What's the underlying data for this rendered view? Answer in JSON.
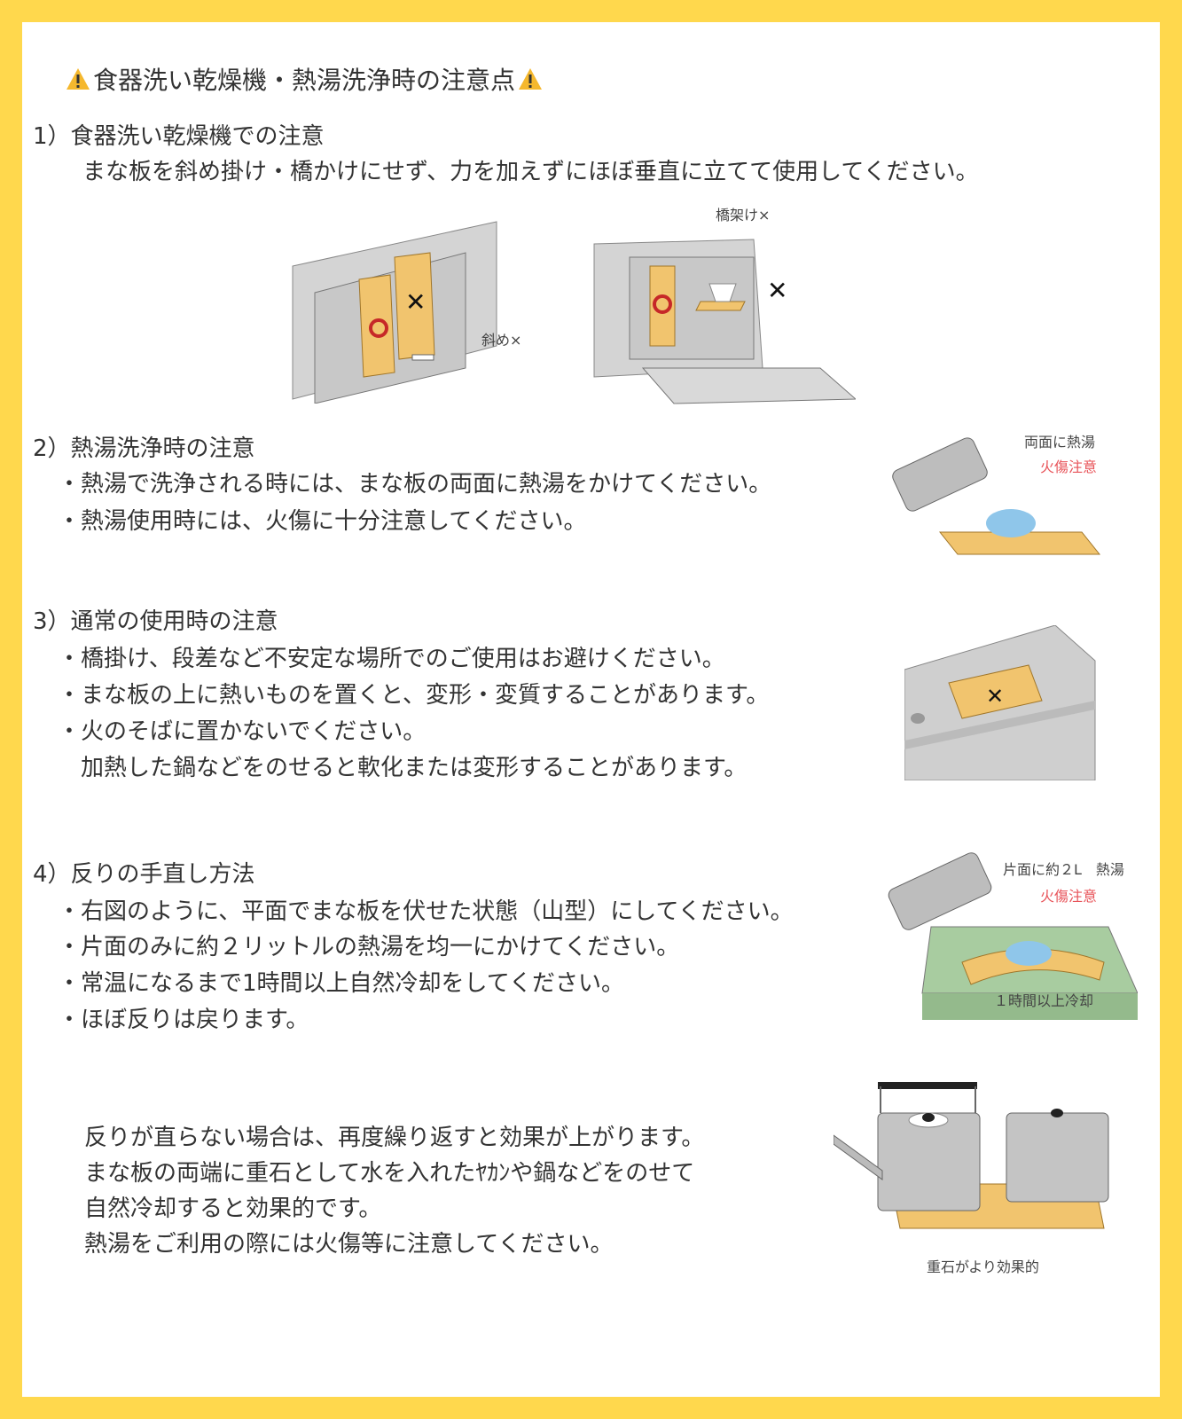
{
  "page": {
    "title": "食器洗い乾燥機・熱湯洗浄時の注意点",
    "title_icon": "warning-icon",
    "border_color": "#ffd84d"
  },
  "sections": [
    {
      "heading": "1）食器洗い乾燥機での注意",
      "lines": [
        "まな板を斜め掛け・橋かけにせず、力を加えずにほぼ垂直に立てて使用してください。"
      ],
      "illustrations": [
        {
          "name": "dishwasher-drawer",
          "label": "斜め×"
        },
        {
          "name": "dishwasher-front",
          "label": "橋架け×"
        }
      ]
    },
    {
      "heading": "2）熱湯洗浄時の注意",
      "lines": [
        "・熱湯で洗浄される時には、まな板の両面に熱湯をかけてください。",
        "・熱湯使用時には、火傷に十分注意してください。"
      ],
      "illustration": {
        "name": "kettle-pour",
        "label": "両面に熱湯",
        "warning": "火傷注意"
      }
    },
    {
      "heading": "3）通常の使用時の注意",
      "lines": [
        "・橋掛け、段差など不安定な場所でのご使用はお避けください。",
        "・まな板の上に熱いものを置くと、変形・変質することがあります。",
        "・火のそばに置かないでください。",
        "　加熱した鍋などをのせると軟化または変形することがあります。"
      ],
      "illustration": {
        "name": "counter-sink"
      }
    },
    {
      "heading": "4）反りの手直し方法",
      "lines": [
        "・右図のように、平面でまな板を伏せた状態（山型）にしてください。",
        "・片面のみに約２リットルの熱湯を均一にかけてください。",
        "・常温になるまで1時間以上自然冷却をしてください。",
        "・ほぼ反りは戻ります。"
      ],
      "illustration": {
        "name": "warp-fix",
        "label": "片面に約２L　熱湯",
        "warning": "火傷注意",
        "caption": "１時間以上冷却"
      }
    },
    {
      "lines": [
        "反りが直らない場合は、再度繰り返すと効果が上がります。",
        "まな板の両端に重石として水を入れたﾔｶﾝや鍋などをのせて",
        "自然冷却すると効果的です。",
        "熱湯をご利用の際には火傷等に注意してください。"
      ],
      "illustration": {
        "name": "weights",
        "caption": "重石がより効果的"
      }
    }
  ]
}
